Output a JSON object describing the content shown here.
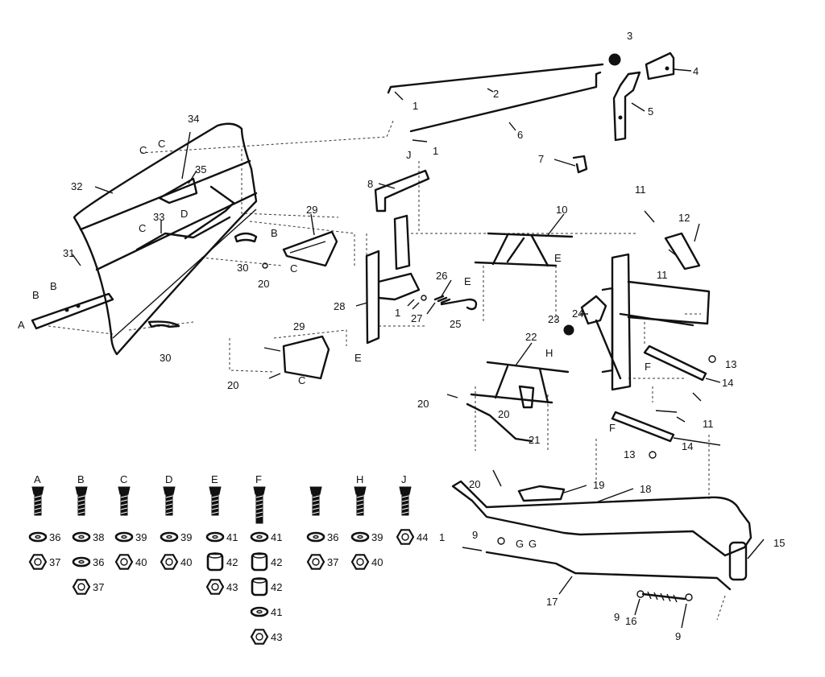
{
  "callouts": {
    "c1a": "1",
    "c1b": "1",
    "c1c": "1",
    "c1d": "1",
    "c2": "2",
    "c3": "3",
    "c4": "4",
    "c5": "5",
    "c6": "6",
    "c7": "7",
    "c8": "8",
    "c9a": "9",
    "c9b": "9",
    "c9c": "9",
    "c10": "10",
    "c11a": "11",
    "c11b": "11",
    "c11c": "11",
    "c12": "12",
    "c13a": "13",
    "c13b": "13",
    "c14a": "14",
    "c14b": "14",
    "c15": "15",
    "c16": "16",
    "c17": "17",
    "c18": "18",
    "c19": "19",
    "c20a": "20",
    "c20b": "20",
    "c20c": "20",
    "c20d": "20",
    "c20e": "20",
    "c21": "21",
    "c22": "22",
    "c23": "23",
    "c24": "24",
    "c25": "25",
    "c26": "26",
    "c27": "27",
    "c28": "28",
    "c29a": "29",
    "c29b": "29",
    "c30a": "30",
    "c30b": "30",
    "c31": "31",
    "c32": "32",
    "c33": "33",
    "c34": "34",
    "c35": "35"
  },
  "refs": {
    "A1": "A",
    "B1": "B",
    "B2": "B",
    "B3": "B",
    "C1": "C",
    "C2": "C",
    "C3": "C",
    "C4": "C",
    "C5": "C",
    "D1": "D",
    "E1": "E",
    "E2": "E",
    "E3": "E",
    "F1": "F",
    "F2": "F",
    "G1": "G",
    "G2": "G",
    "H1": "H",
    "J1": "J"
  },
  "hardware": [
    {
      "letter": "A",
      "parts": [
        "36",
        "37"
      ]
    },
    {
      "letter": "B",
      "parts": [
        "38",
        "36",
        "37"
      ]
    },
    {
      "letter": "C",
      "parts": [
        "39",
        "40"
      ]
    },
    {
      "letter": "D",
      "parts": [
        "39",
        "40"
      ]
    },
    {
      "letter": "E",
      "parts": [
        "41",
        "42",
        "43"
      ]
    },
    {
      "letter": "F",
      "parts": [
        "41",
        "42",
        "42",
        "41",
        "43"
      ]
    },
    {
      "letter": "",
      "parts": [
        "36",
        "37"
      ]
    },
    {
      "letter": "H",
      "parts": [
        "39",
        "40"
      ]
    },
    {
      "letter": "J",
      "parts": [
        "44"
      ]
    }
  ]
}
